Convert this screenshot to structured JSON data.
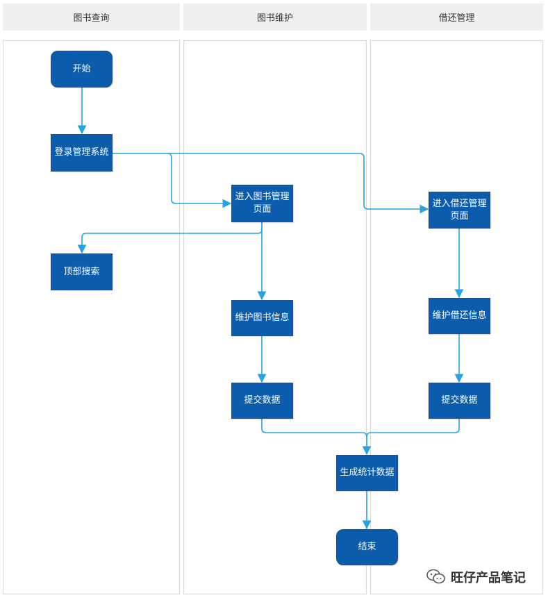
{
  "lanes": [
    "图书查询",
    "图书维护",
    "借还管理"
  ],
  "nodes": {
    "start": "开始",
    "login": "登录管理系统",
    "enter_book_mgmt_line1": "进入图书管理",
    "enter_book_mgmt_line2": "页面",
    "top_search": "顶部搜索",
    "maintain_book_info": "维护图书信息",
    "submit_book": "提交数据",
    "enter_borrow_mgmt_line1": "进入借还管理",
    "enter_borrow_mgmt_line2": "页面",
    "maintain_borrow_info": "维护借还信息",
    "submit_borrow": "提交数据",
    "generate_stats": "生成统计数据",
    "end": "结束"
  },
  "watermark": "旺仔产品笔记",
  "colors": {
    "node_fill": "#0b5cad",
    "connector": "#29a3e0",
    "lane_header": "#f0f0f0"
  }
}
